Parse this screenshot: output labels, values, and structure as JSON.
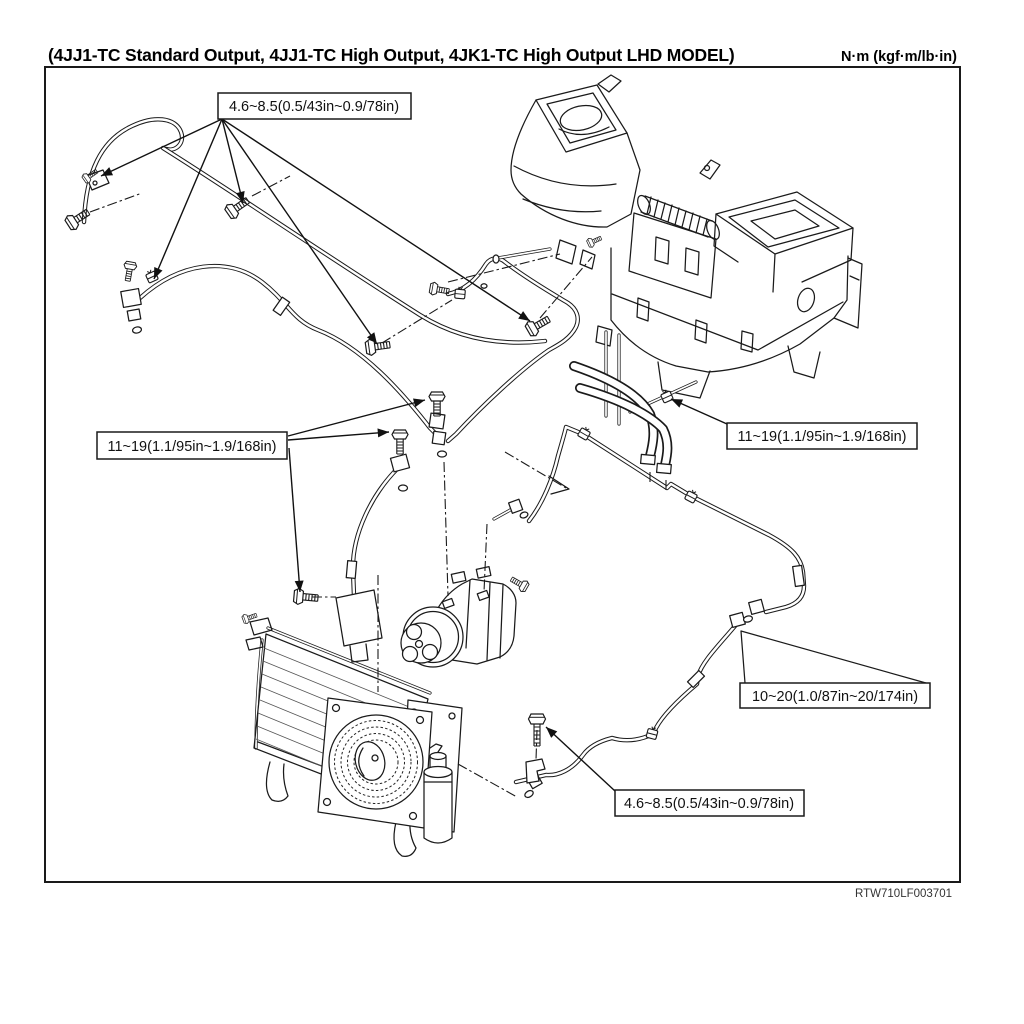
{
  "page": {
    "title": "(4JJ1-TC Standard Output, 4JJ1-TC High Output, 4JK1-TC High Output LHD MODEL)",
    "unit_label": "N·m (kgf·m/lb·in)",
    "figure_code": "RTW710LF003701"
  },
  "callouts": {
    "top": "4.6~8.5(0.5/43in~0.9/78in)",
    "left": "11~19(1.1/95in~1.9/168in)",
    "right": "11~19(1.1/95in~1.9/168in)",
    "lower_right": "10~20(1.0/87in~20/174in)",
    "bottom": "4.6~8.5(0.5/43in~0.9/78in)"
  }
}
